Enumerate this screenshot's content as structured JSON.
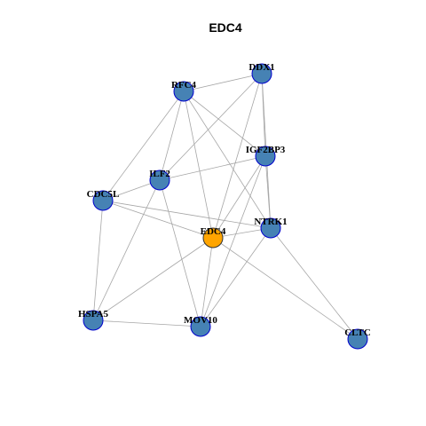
{
  "title": "EDC4",
  "colors": {
    "node_fill": "#4682b4",
    "node_stroke": "#0000cd",
    "highlight_fill": "#ffa500",
    "highlight_stroke": "#333333",
    "edge": "#a6a6a6"
  },
  "nodes": [
    {
      "id": "DDX1",
      "label": "DDX1"
    },
    {
      "id": "RFC4",
      "label": "RFC4"
    },
    {
      "id": "IGF2BP3",
      "label": "IGF2BP3"
    },
    {
      "id": "ILF2",
      "label": "ILF2"
    },
    {
      "id": "CDC5L",
      "label": "CDC5L"
    },
    {
      "id": "NTRK1",
      "label": "NTRK1"
    },
    {
      "id": "EDC4",
      "label": "EDC4",
      "highlight": true
    },
    {
      "id": "HSPA5",
      "label": "HSPA5"
    },
    {
      "id": "MOV10",
      "label": "MOV10"
    },
    {
      "id": "CLTC",
      "label": "CLTC"
    }
  ],
  "edges": [
    [
      "RFC4",
      "DDX1"
    ],
    [
      "RFC4",
      "IGF2BP3"
    ],
    [
      "RFC4",
      "ILF2"
    ],
    [
      "RFC4",
      "CDC5L"
    ],
    [
      "RFC4",
      "EDC4"
    ],
    [
      "RFC4",
      "NTRK1"
    ],
    [
      "DDX1",
      "IGF2BP3"
    ],
    [
      "DDX1",
      "NTRK1"
    ],
    [
      "DDX1",
      "ILF2"
    ],
    [
      "DDX1",
      "EDC4"
    ],
    [
      "IGF2BP3",
      "ILF2"
    ],
    [
      "IGF2BP3",
      "NTRK1"
    ],
    [
      "IGF2BP3",
      "EDC4"
    ],
    [
      "IGF2BP3",
      "MOV10"
    ],
    [
      "ILF2",
      "CDC5L"
    ],
    [
      "ILF2",
      "HSPA5"
    ],
    [
      "ILF2",
      "MOV10"
    ],
    [
      "CDC5L",
      "EDC4"
    ],
    [
      "CDC5L",
      "NTRK1"
    ],
    [
      "CDC5L",
      "HSPA5"
    ],
    [
      "NTRK1",
      "EDC4"
    ],
    [
      "NTRK1",
      "MOV10"
    ],
    [
      "NTRK1",
      "CLTC"
    ],
    [
      "EDC4",
      "HSPA5"
    ],
    [
      "EDC4",
      "MOV10"
    ],
    [
      "EDC4",
      "CLTC"
    ],
    [
      "HSPA5",
      "MOV10"
    ]
  ]
}
